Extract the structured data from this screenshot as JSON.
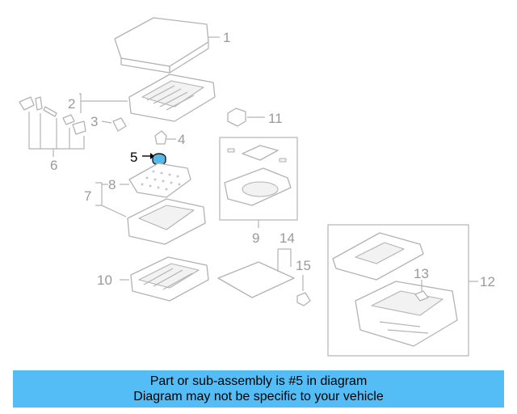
{
  "callouts": {
    "c1": "1",
    "c2": "2",
    "c3": "3",
    "c4": "4",
    "c5": "5",
    "c6": "6",
    "c7": "7",
    "c8": "8",
    "c9": "9",
    "c10": "10",
    "c11": "11",
    "c12": "12",
    "c13": "13",
    "c14": "14",
    "c15": "15"
  },
  "highlight": {
    "part_number": "5",
    "color": "#55b8e6"
  },
  "caption": {
    "line1": "Part or sub-assembly is #5 in diagram",
    "line2": "Diagram may not be specific to your vehicle",
    "background": "#55bdf5"
  }
}
